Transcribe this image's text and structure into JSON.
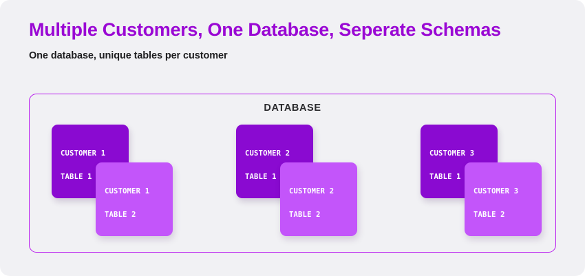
{
  "header": {
    "title": "Multiple Customers, One Database, Seperate Schemas",
    "subtitle": "One database, unique tables per customer",
    "title_color": "#9A08D4",
    "subtitle_color": "#1D1D1F"
  },
  "diagram": {
    "container_label": "DATABASE",
    "container_border_color": "#B81BEE",
    "background_color": "#F1F1F4",
    "card_back_color": "#8A0AD1",
    "card_front_color": "#C355FA",
    "groups": [
      {
        "name": "customer-1",
        "back_card": {
          "line1": "CUSTOMER 1",
          "line2": "TABLE 1"
        },
        "front_card": {
          "line1": "CUSTOMER 1",
          "line2": "TABLE 2"
        }
      },
      {
        "name": "customer-2",
        "back_card": {
          "line1": "CUSTOMER 2",
          "line2": "TABLE 1"
        },
        "front_card": {
          "line1": "CUSTOMER 2",
          "line2": "TABLE 2"
        }
      },
      {
        "name": "customer-3",
        "back_card": {
          "line1": "CUSTOMER 3",
          "line2": "TABLE 1"
        },
        "front_card": {
          "line1": "CUSTOMER 3",
          "line2": "TABLE 2"
        }
      }
    ]
  }
}
